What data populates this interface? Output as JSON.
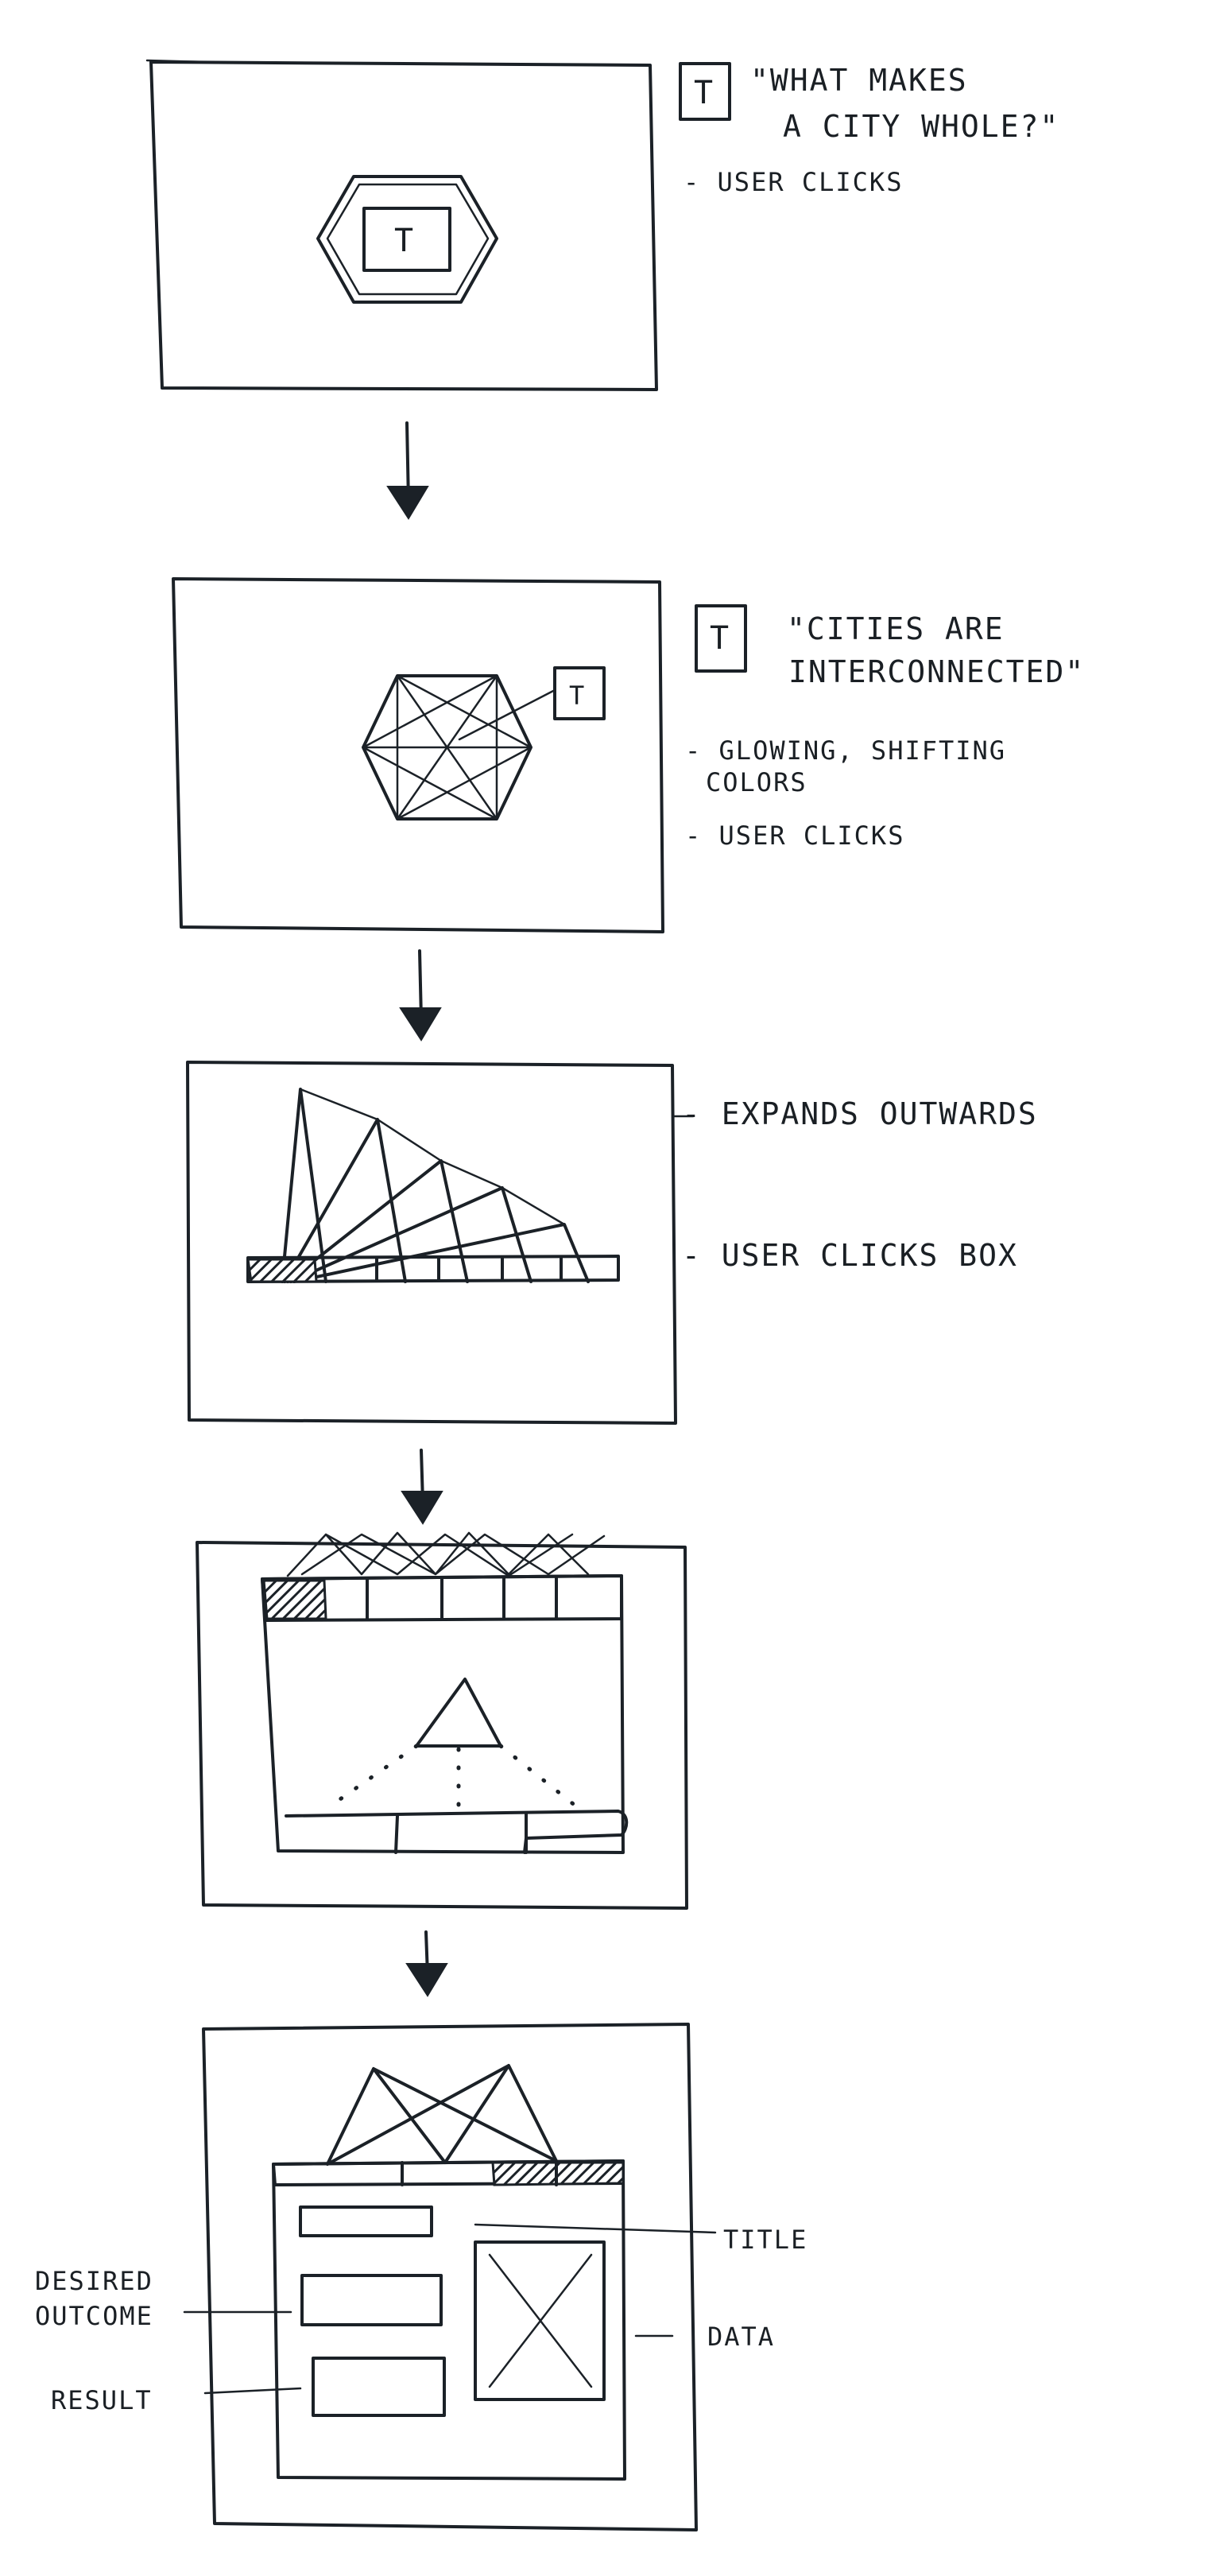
{
  "frames": [
    {
      "icon_letter": "T",
      "inner_letter": "T",
      "notes": [
        "\"WHAT MAKES",
        "A CITY WHOLE?\"",
        "- USER CLICKS"
      ]
    },
    {
      "icon_letter": "T",
      "inner_letter": "T",
      "notes": [
        "\"CITIES ARE",
        "INTERCONNECTED\"",
        "- GLOWING, SHIFTING",
        "COLORS",
        "- USER CLICKS"
      ]
    },
    {
      "notes": [
        "- EXPANDS OUTWARDS",
        "- USER CLICKS BOX"
      ]
    },
    {
      "notes": []
    },
    {
      "callouts": {
        "title": "TITLE",
        "data": "DATA",
        "desired_outcome_1": "DESIRED",
        "desired_outcome_2": "OUTCOME",
        "result": "RESULT"
      }
    }
  ]
}
